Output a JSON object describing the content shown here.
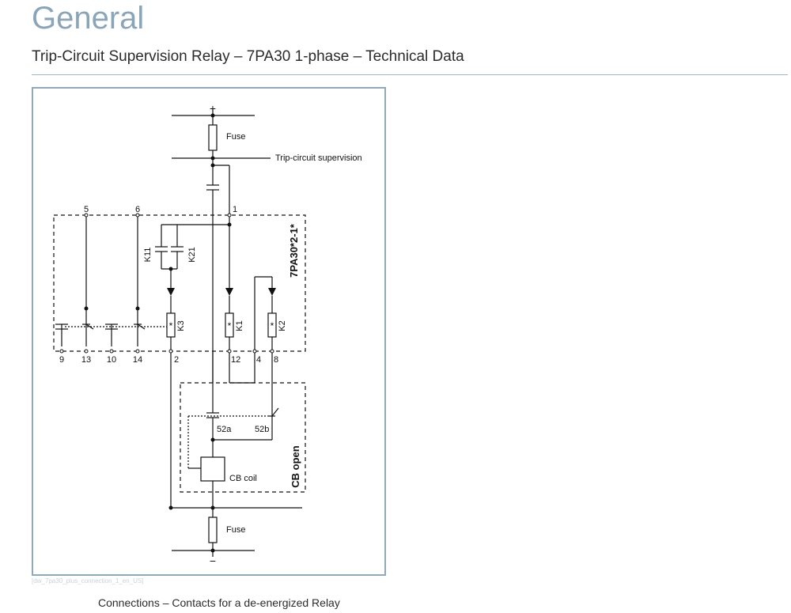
{
  "header": {
    "title": "General",
    "subtitle": "Trip-Circuit Supervision Relay – 7PA30 1-phase – Technical Data"
  },
  "diagram": {
    "plus": "+",
    "minus": "−",
    "fuse_top": "Fuse",
    "fuse_bottom": "Fuse",
    "tcs_label": "Trip-circuit supervision",
    "device_label": "7PA30*2-1*",
    "cb_open_label": "CB open",
    "cb_coil_label": "CB coil",
    "contact_52a": "52a",
    "contact_52b": "52b",
    "k11": "K11",
    "k21": "K21",
    "k1": "K1",
    "k2": "K2",
    "k3": "K3",
    "star": "*",
    "terminals_top": [
      "5",
      "6",
      "1"
    ],
    "terminals_bottom": [
      "9",
      "13",
      "10",
      "14",
      "2",
      "12",
      "4",
      "8"
    ]
  },
  "figure_id": "[dw_7pa30_plus_connection_1_en_US]",
  "caption": "Connections – Contacts for a de-energized Relay"
}
